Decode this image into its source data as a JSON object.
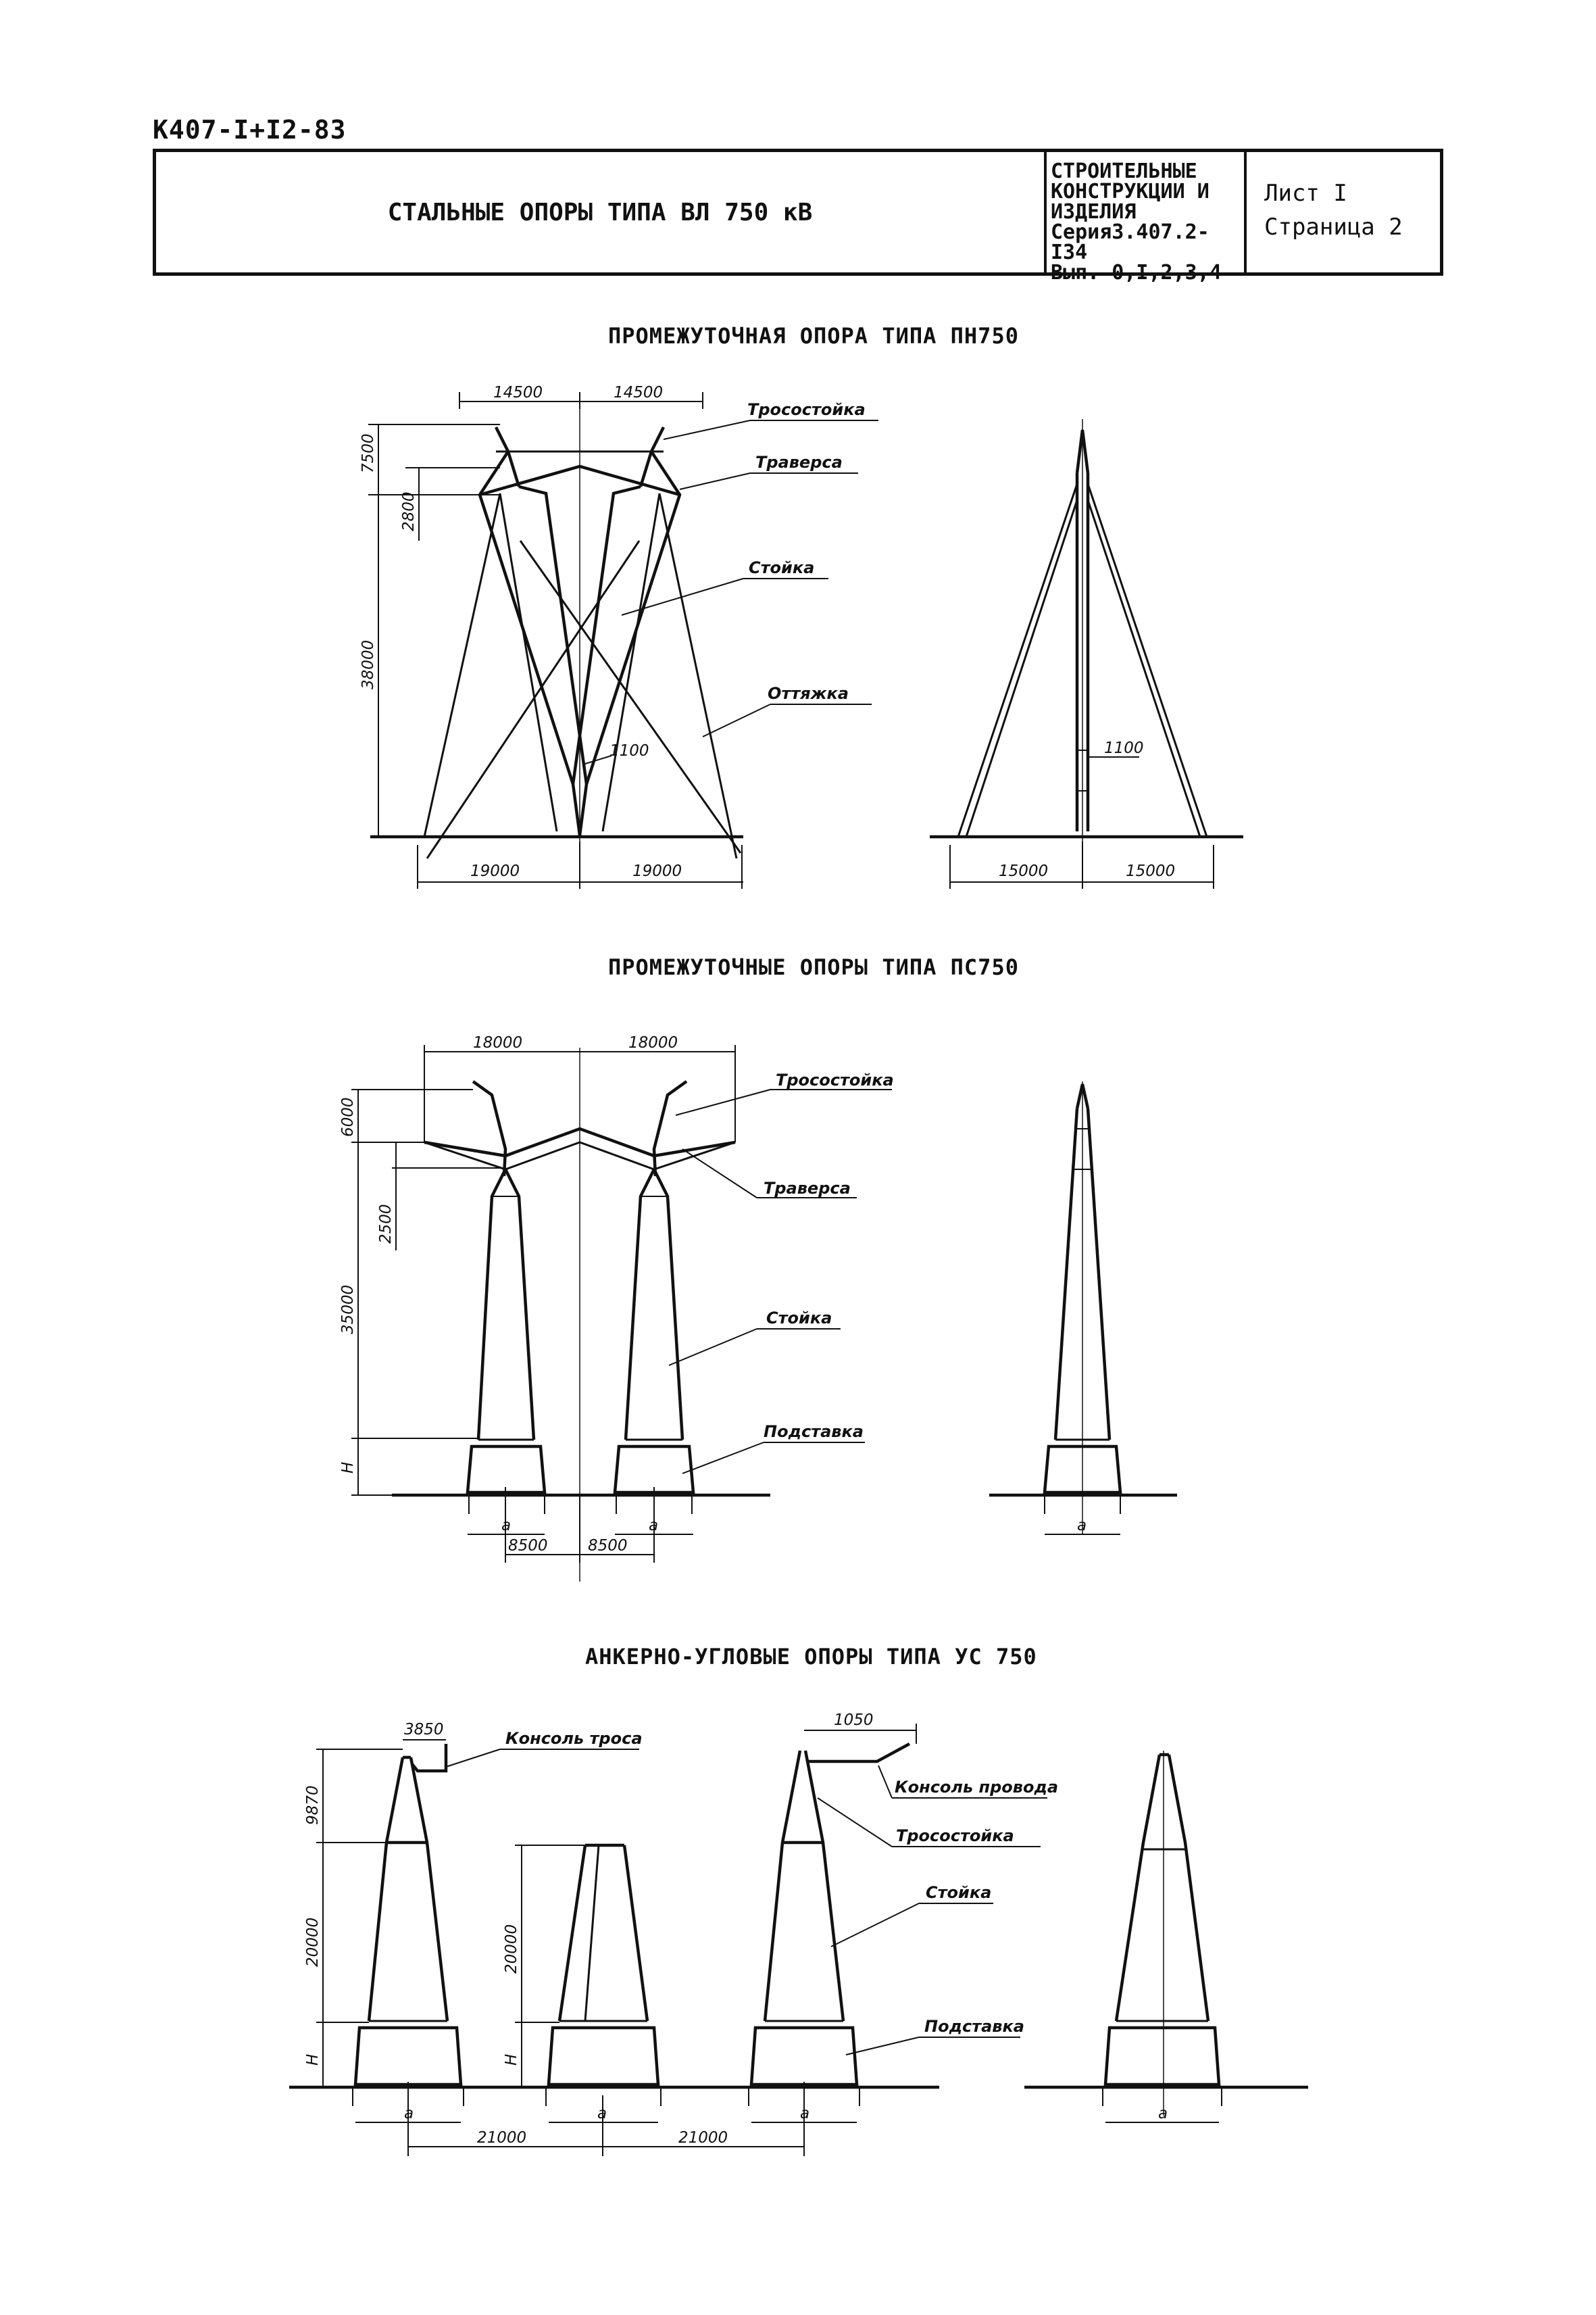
{
  "header": {
    "doc_code": "К407-I+I2-83",
    "main_title": "СТАЛЬНЫЕ ОПОРЫ ТИПА ВЛ 750 кВ",
    "series_line1": "СТРОИТЕЛЬНЫЕ",
    "series_line2": "КОНСТРУКЦИИ И",
    "series_line3": "ИЗДЕЛИЯ",
    "series_line4": "Серия3.407.2-I34",
    "series_line5": "Вып. 0,I,2,3,4",
    "sheet": "Лист I",
    "page": "Страница 2"
  },
  "sections": {
    "s1": {
      "title": "ПРОМЕЖУТОЧНАЯ ОПОРА ТИПА ПН750",
      "labels": {
        "trosostoika": "Тросостойка",
        "traversa": "Траверса",
        "stoika": "Стойка",
        "ottyazhka": "Оттяжка"
      },
      "dims": {
        "top_left": "14500",
        "top_right": "14500",
        "h1": "7500",
        "h2": "2800",
        "h3": "38000",
        "base_l": "19000",
        "base_r": "19000",
        "leg": "1100",
        "side_leg": "1100",
        "side_base_l": "15000",
        "side_base_r": "15000"
      }
    },
    "s2": {
      "title": "ПРОМЕЖУТОЧНЫЕ ОПОРЫ ТИПА ПС750",
      "labels": {
        "trosostoika": "Тросостойка",
        "traversa": "Траверса",
        "stoika": "Стойка",
        "podstavka": "Подставка"
      },
      "dims": {
        "top_left": "18000",
        "top_right": "18000",
        "h1": "6000",
        "h2": "2500",
        "h3": "35000",
        "h4": "H",
        "a1": "a",
        "a2": "a",
        "a3": "a",
        "base_l": "8500",
        "base_r": "8500"
      }
    },
    "s3": {
      "title": "АНКЕРНО-УГЛОВЫЕ ОПОРЫ ТИПА УС 750",
      "labels": {
        "konsol_trosa": "Консоль троса",
        "konsol_provoda": "Консоль провода",
        "trosostoika": "Тросостойка",
        "stoika": "Стойка",
        "podstavka": "Подставка"
      },
      "dims": {
        "c1": "3850",
        "c2": "1050",
        "h1": "9870",
        "h2": "20000",
        "h3": "20000",
        "hH1": "H",
        "hH2": "H",
        "a1": "a",
        "a2": "a",
        "a3": "a",
        "a4": "a",
        "span_l": "21000",
        "span_r": "21000"
      }
    }
  }
}
